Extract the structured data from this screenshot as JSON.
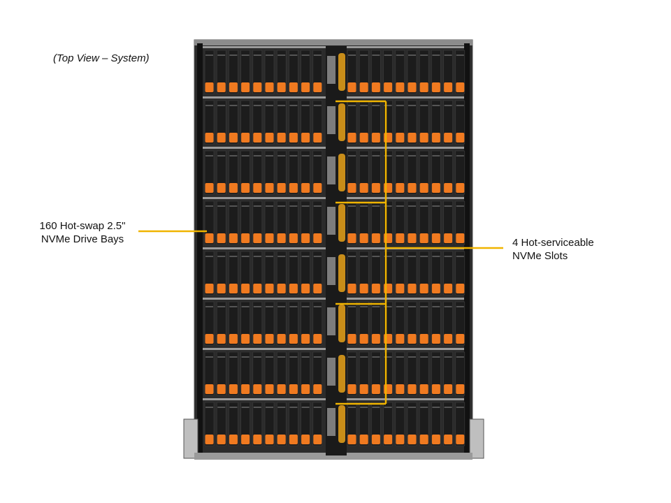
{
  "caption": "(Top View – System)",
  "callouts": {
    "drive_bays": {
      "line1": "160 Hot-swap 2.5\"",
      "line2": "NVMe Drive Bays"
    },
    "nvme_slots": {
      "line1": "4 Hot-serviceable",
      "line2": "NVMe Slots"
    }
  },
  "colors": {
    "callout_line": "#f0b400",
    "drive_latch": "#f07a20",
    "drive_body": "#1c1c1c",
    "chassis": "#3a3a3a",
    "chassis_rail": "#9a9a9a",
    "cable": "#e8a21a"
  },
  "icons": {
    "server": "storage-server-chassis",
    "drive": "nvme-drive-icon"
  }
}
